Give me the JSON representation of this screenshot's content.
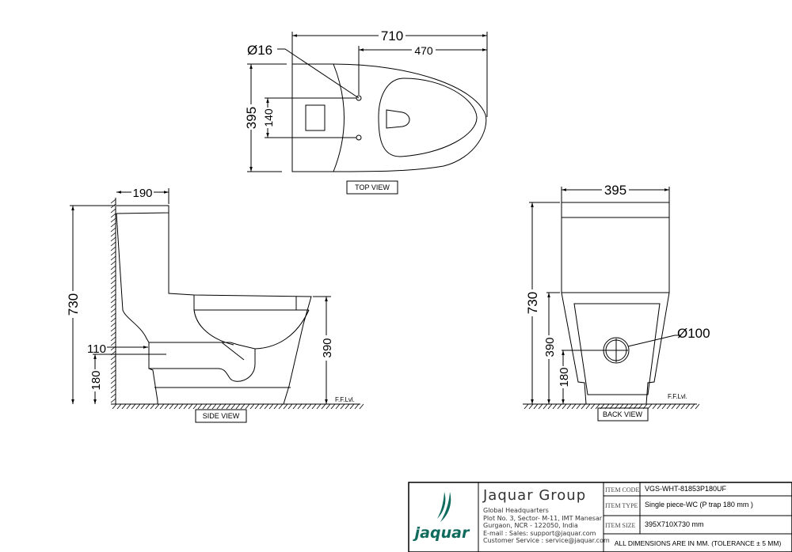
{
  "top_view": {
    "label": "TOP VIEW",
    "dim_length": "710",
    "dim_seat": "470",
    "dim_width": "395",
    "dim_holes": "140",
    "dim_hole_dia": "Ø16"
  },
  "side_view": {
    "label": "SIDE VIEW",
    "dim_tank_depth": "190",
    "dim_height": "730",
    "dim_outlet_offset": "110",
    "dim_outlet_height": "180",
    "dim_seat_height": "390",
    "floor_label": "F.F.Lvl."
  },
  "back_view": {
    "label": "BACK VIEW",
    "dim_width": "395",
    "dim_height": "730",
    "dim_seat_height": "390",
    "dim_outlet_height": "180",
    "dim_outlet_dia": "Ø100",
    "floor_label": "F.F.Lvl."
  },
  "title_block": {
    "logo_text": "jaquar",
    "company": "Jaquar Group",
    "address": [
      "Global Headquarters",
      "Plot No. 3, Sector- M-11, IMT Manesar",
      "Gurgaon, NCR - 122050, India",
      "E-mail : Sales: support@jaquar.com",
      "Customer Service : service@jaquar.com"
    ],
    "rows": [
      {
        "label": "ITEM CODE",
        "value": "VGS-WHT-81853P180UF"
      },
      {
        "label": "ITEM TYPE",
        "value": "Single piece-WC (P trap 180 mm )"
      },
      {
        "label": "ITEM SIZE",
        "value": "395X710X730 mm"
      }
    ],
    "note": "ALL DIMENSIONS ARE IN MM. (TOLERANCE ± 5 MM)",
    "brand_color": "#0f6b5e"
  }
}
